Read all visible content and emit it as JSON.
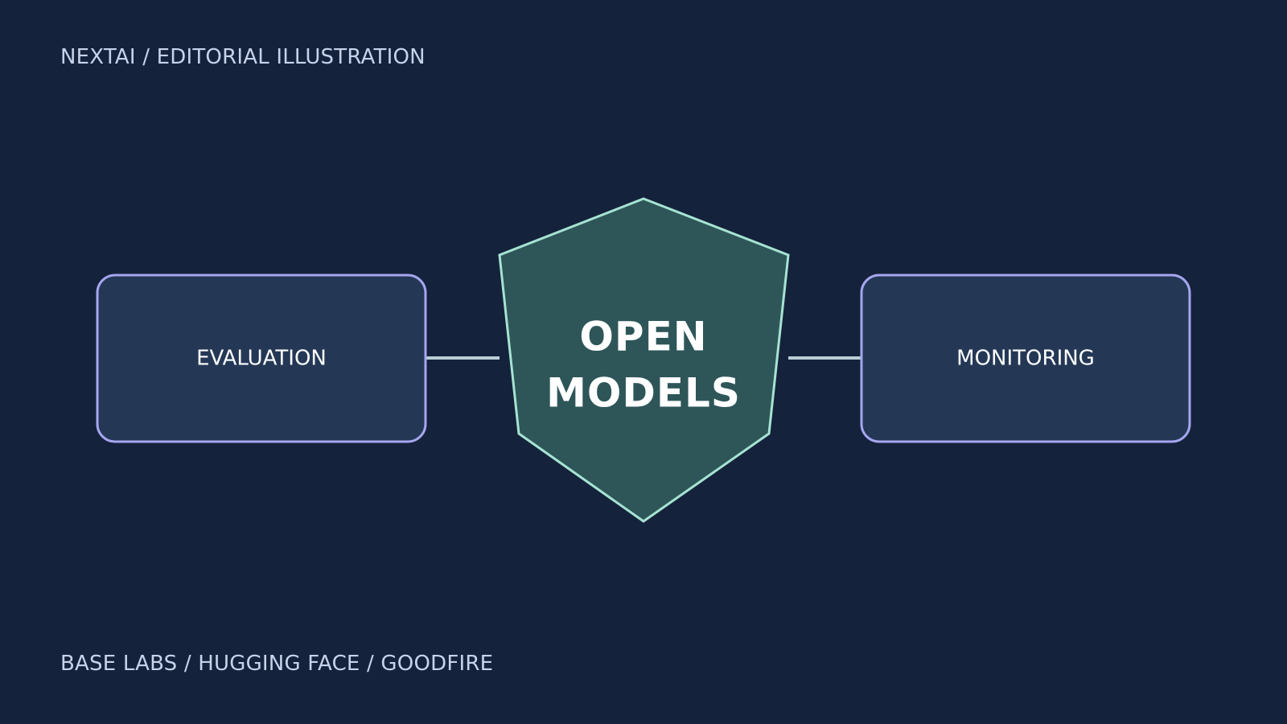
{
  "header": {
    "kicker": "NEXTAI / EDITORIAL ILLUSTRATION"
  },
  "diagram": {
    "left_node": {
      "label": "EVALUATION"
    },
    "center": {
      "line1": "OPEN",
      "line2": "MODELS"
    },
    "right_node": {
      "label": "MONITORING"
    }
  },
  "footer": {
    "credits": "BASE LABS / HUGGING FACE / GOODFIRE"
  },
  "colors": {
    "background": "#15223b",
    "box_fill": "#243856",
    "box_stroke": "#a5a6ef",
    "shield_fill": "#2e5659",
    "shield_stroke": "#a6e3d2",
    "connector": "#b8cfd6",
    "muted_text": "#c6d3ea"
  }
}
